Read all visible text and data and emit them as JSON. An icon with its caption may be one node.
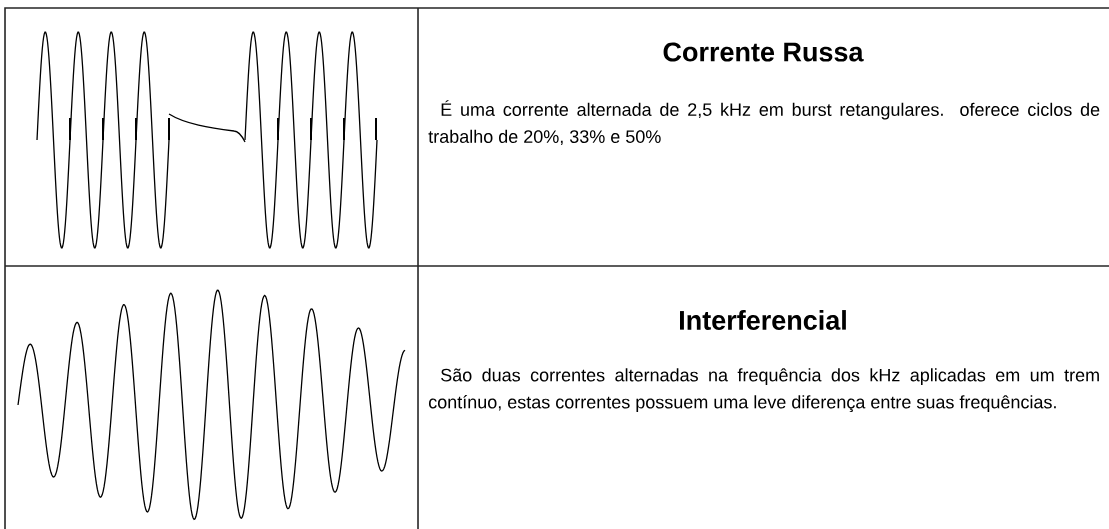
{
  "diagram": {
    "labels": [
      "Corrente Russa",
      "É uma corrente alternada de 2,5 kHz em burst retangulares. oferece ciclos de trabalho de 20%, 33% e 50%",
      "Interferencial",
      "São duas correntes alternadas na frequência dos kHz aplicadas em um trem contínuo, estas correntes possuem uma leve diferença entre suas frequências."
    ]
  }
}
